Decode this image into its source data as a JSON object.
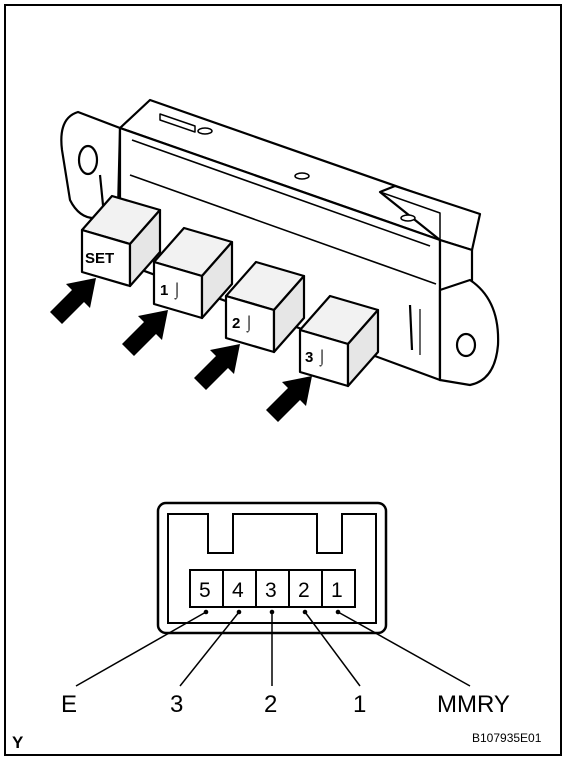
{
  "switch": {
    "buttons": [
      "SET",
      "1 ⌡",
      "2 ⌡",
      "3 ⌡"
    ]
  },
  "connector": {
    "pins": [
      "5",
      "4",
      "3",
      "2",
      "1"
    ],
    "callouts": [
      "E",
      "3",
      "2",
      "1",
      "MMRY"
    ]
  },
  "footer": {
    "corner_mark": "Y",
    "figure_code": "B107935E01"
  },
  "colors": {
    "line": "#000000",
    "background": "#ffffff",
    "button_face": "#f2f2f2"
  },
  "icons": [
    "press-arrow-icon"
  ]
}
